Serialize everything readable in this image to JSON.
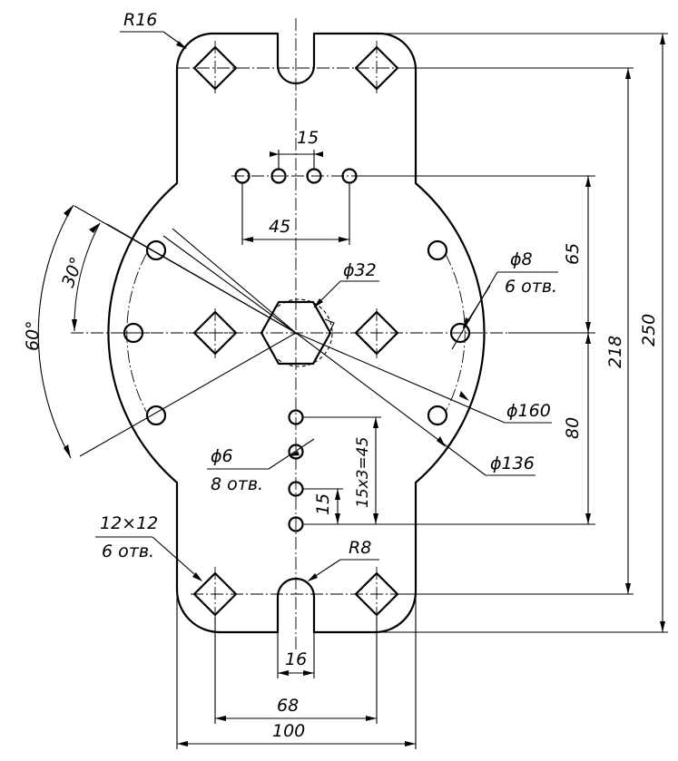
{
  "labels": {
    "r16": "R16",
    "d15": "15",
    "d45": "45",
    "d32": "ϕ32",
    "d8": "ϕ8",
    "d8_count": "6 отв.",
    "d65": "65",
    "d30": "30°",
    "d60": "60°",
    "d218": "218",
    "d250": "250",
    "d80": "80",
    "d160": "ϕ160",
    "d136": "ϕ136",
    "d6": "ϕ6",
    "d6_count": "8 отв.",
    "d15x3": "15x3=45",
    "d15b": "15",
    "sq": "12×12",
    "sq_count": "6 отв.",
    "r8": "R8",
    "d16": "16",
    "d68": "68",
    "d100": "100"
  }
}
